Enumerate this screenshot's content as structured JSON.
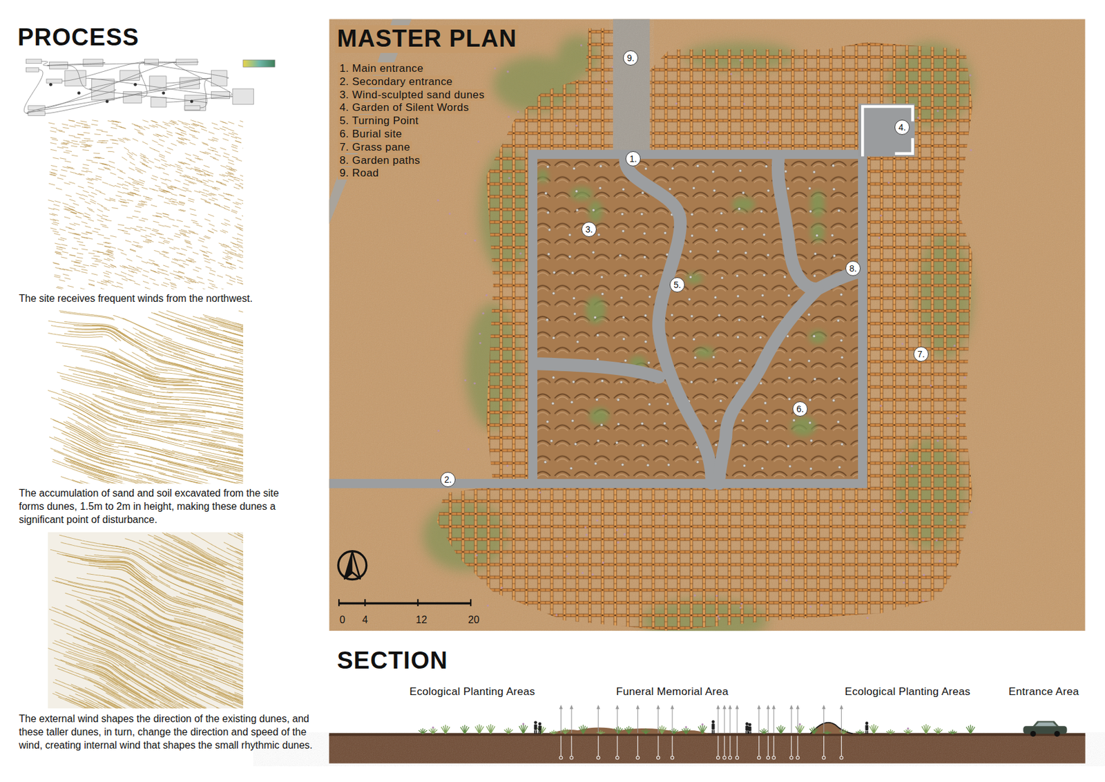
{
  "diagram": {
    "nodes": [
      {
        "text": [
          "9."
        ]
      },
      {
        "text": [
          "1."
        ]
      },
      {
        "text": [
          "4."
        ]
      },
      {
        "text": [
          "3."
        ]
      },
      {
        "text": [
          "5."
        ]
      },
      {
        "text": [
          "8."
        ]
      },
      {
        "text": [
          "7."
        ]
      },
      {
        "text": [
          "6."
        ]
      },
      {
        "text": [
          "2."
        ]
      }
    ],
    "labels": [
      "PROCESS",
      "The site receives frequent winds from the northwest.",
      "The accumulation of sand and soil excavated from the site forms dunes, 1.5m to 2m in height, making these dunes a significant point of disturbance.",
      "The external wind shapes the direction of the existing dunes, and these taller dunes, in turn, change the direction and speed of the wind, creating internal wind that shapes the small rhythmic dunes.",
      "MASTER PLAN",
      "1. Main entrance",
      "2. Secondary entrance",
      "3. Wind-sculpted sand dunes",
      "4. Garden of Silent Words",
      "5. Turning Point",
      "6. Burial site",
      "7. Grass pane",
      "8. Garden paths",
      "9. Road",
      "0",
      "4",
      "12",
      "20",
      "SECTION",
      "Ecological Planting Areas",
      "Funeral Memorial Area",
      "Ecological Planting Areas",
      "Entrance Area"
    ]
  }
}
